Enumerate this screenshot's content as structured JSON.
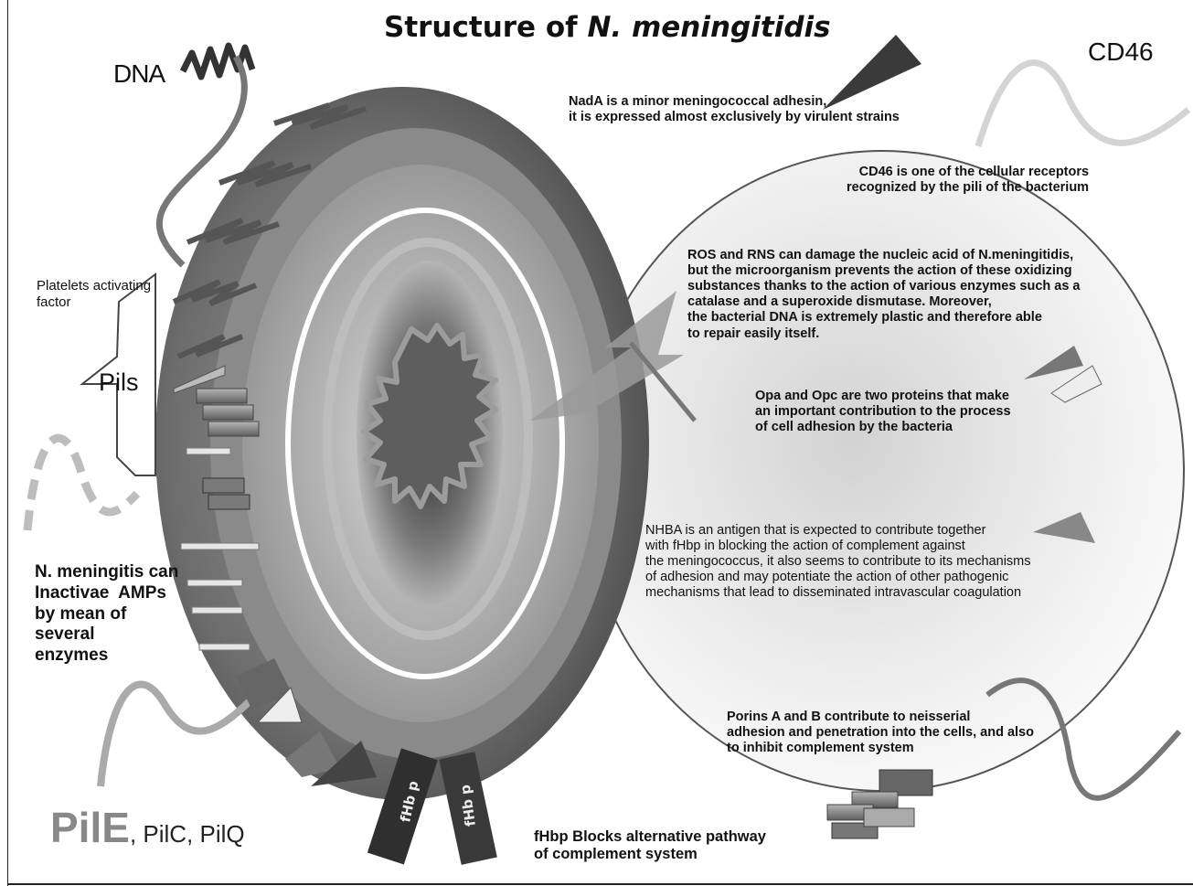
{
  "title": {
    "prefix": "Structure of ",
    "organism": "N. meningitidis"
  },
  "labels": {
    "dna": "DNA",
    "cd46": "CD46",
    "platelets": [
      "Platelets activating",
      "factor"
    ],
    "pils": "Pils",
    "pile_big": "PilE",
    "pile_rest": ", PilC, PilQ",
    "fhbp_tag": "fHb p"
  },
  "annotations": {
    "nada": [
      "NadA is a minor meningococcal adhesin,",
      "it is expressed almost exclusively by virulent strains"
    ],
    "cd46": [
      "CD46 is one of the cellular receptors",
      "recognized by the pili of the bacterium"
    ],
    "ros": [
      "ROS and RNS can damage the nucleic acid of N.meningitidis,",
      "but the microorganism prevents the action of these oxidizing",
      "substances thanks to the action of various enzymes such as a",
      "catalase and a superoxide dismutase. Moreover,",
      "the bacterial DNA is extremely plastic and therefore able",
      "to repair easily itself."
    ],
    "opa": [
      "Opa and Opc are two proteins that make",
      "an important contribution to the process",
      "of cell adhesion by the bacteria"
    ],
    "nhba": [
      "NHBA is an antigen that is expected to contribute together",
      "with fHbp in blocking the action of complement against",
      "the meningococcus, it also seems to contribute to its mechanisms",
      "of adhesion and may potentiate the action of other pathogenic",
      "mechanisms that lead to disseminated intravascular coagulation"
    ],
    "amps": [
      "N. meningitis can",
      "Inactivae  AMPs",
      "by mean of",
      "several",
      "enzymes"
    ],
    "porins": [
      "Porins A and B contribute to neisserial",
      "adhesion and penetration into the cells, and also",
      "to inhibit complement system"
    ],
    "fhbp": [
      "fHbp Blocks alternative pathway",
      "of complement system"
    ]
  },
  "colors": {
    "background": "#ffffff",
    "text": "#111111",
    "outer_membrane": "#555555",
    "cytoplasm": "#a9a9a9",
    "host_cell": "#f2f2f2"
  }
}
